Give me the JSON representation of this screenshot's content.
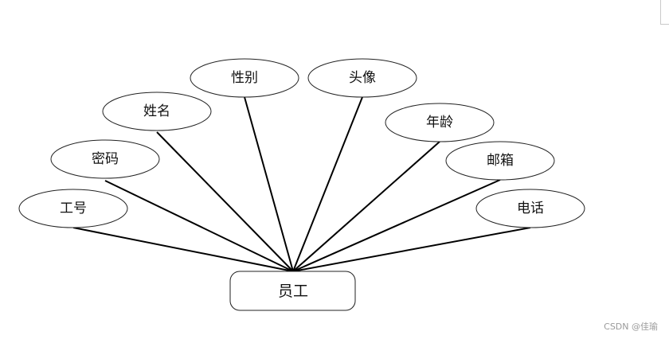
{
  "diagram": {
    "entity": {
      "label": "员工"
    },
    "attributes": [
      {
        "id": "gonghao",
        "label": "工号"
      },
      {
        "id": "mima",
        "label": "密码"
      },
      {
        "id": "xingming",
        "label": "姓名"
      },
      {
        "id": "xingbie",
        "label": "性别"
      },
      {
        "id": "touxiang",
        "label": "头像"
      },
      {
        "id": "nianling",
        "label": "年龄"
      },
      {
        "id": "youxiang",
        "label": "邮箱"
      },
      {
        "id": "dianhua",
        "label": "电话"
      }
    ]
  },
  "watermark": "CSDN @佳瑜"
}
